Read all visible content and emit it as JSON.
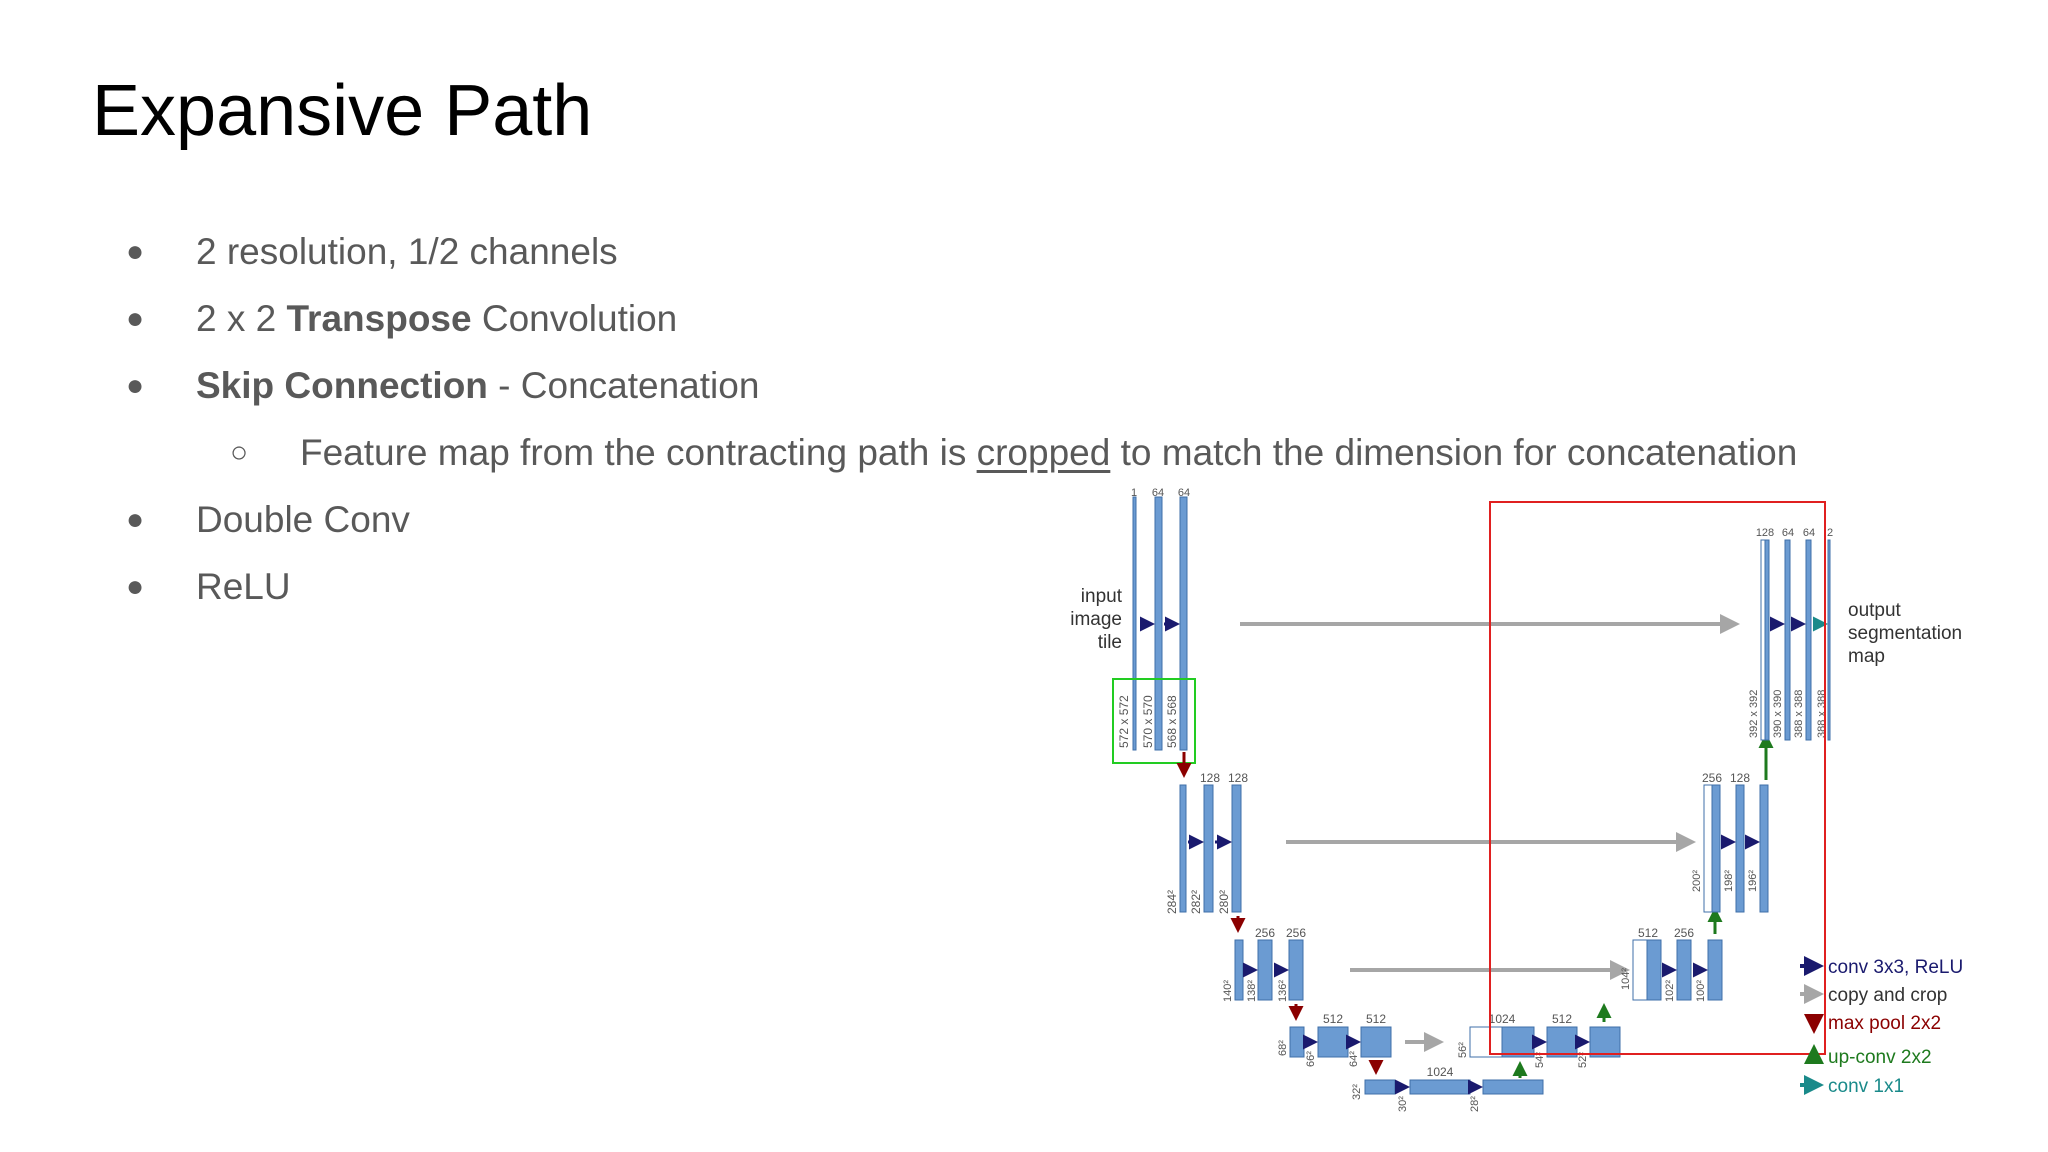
{
  "title": "Expansive Path",
  "bullets": [
    {
      "text": "2 resolution, 1/2 channels"
    },
    {
      "pre": "2 x 2 ",
      "bold": "Transpose",
      "post": " Convolution"
    },
    {
      "bold": "Skip Connection",
      "post": " - Concatenation"
    },
    {
      "sub_pre": "Feature map from the contracting path is ",
      "sub_underlined": "cropped",
      "sub_post": " to match the dimension for concatenation"
    },
    {
      "text": "Double Conv"
    },
    {
      "text": "ReLU"
    }
  ],
  "diagram": {
    "input_label": [
      "input",
      "image",
      "tile"
    ],
    "output_label": [
      "output",
      "segmentation",
      "map"
    ],
    "level1_left": {
      "channels": [
        "1",
        "64",
        "64"
      ],
      "dims": [
        "572 x 572",
        "570 x 570",
        "568 x 568"
      ]
    },
    "level1_right": {
      "channels": [
        "128",
        "64",
        "64",
        "2"
      ],
      "dims": [
        "392 x 392",
        "390 x 390",
        "388 x 388",
        "388 x 388"
      ]
    },
    "level2_left": {
      "channels": [
        "128",
        "128"
      ],
      "dims": [
        "284²",
        "282²",
        "280²"
      ]
    },
    "level2_right": {
      "channels": [
        "256",
        "128"
      ],
      "dims": [
        "200²",
        "198²",
        "196²"
      ]
    },
    "level3_left": {
      "channels": [
        "256",
        "256"
      ],
      "dims": [
        "140²",
        "138²",
        "136²"
      ]
    },
    "level3_right": {
      "channels": [
        "512",
        "256"
      ],
      "dims": [
        "104²",
        "102²",
        "100²"
      ]
    },
    "level4_left": {
      "channels": [
        "512",
        "512"
      ],
      "dims": [
        "68²",
        "66²",
        "64²"
      ]
    },
    "level4_right": {
      "channels": [
        "1024",
        "512"
      ],
      "dims": [
        "56²",
        "54²",
        "52²"
      ]
    },
    "bottom": {
      "channels": [
        "1024"
      ],
      "dims": [
        "32²",
        "30²",
        "28²"
      ]
    },
    "legend": [
      {
        "label": "conv 3x3, ReLU",
        "color": "#1a1a6e"
      },
      {
        "label": "copy and crop",
        "color": "#a6a6a6"
      },
      {
        "label": "max pool 2x2",
        "color": "#8b0000"
      },
      {
        "label": "up-conv 2x2",
        "color": "#1e7a1e"
      },
      {
        "label": "conv 1x1",
        "color": "#1a8a8a"
      }
    ],
    "colors": {
      "block": "#6b9bd2",
      "block_stroke": "#3f6fa8",
      "highlight_red": "#e02020",
      "highlight_green": "#22cc22"
    }
  }
}
